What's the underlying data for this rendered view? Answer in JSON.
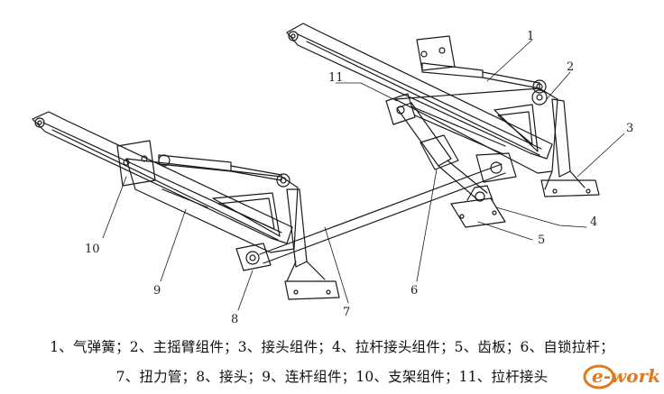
{
  "figure": {
    "callouts": [
      {
        "id": "c1",
        "text": "1"
      },
      {
        "id": "c2",
        "text": "2"
      },
      {
        "id": "c3",
        "text": "3"
      },
      {
        "id": "c4",
        "text": "4"
      },
      {
        "id": "c5",
        "text": "5"
      },
      {
        "id": "c6",
        "text": "6"
      },
      {
        "id": "c7",
        "text": "7"
      },
      {
        "id": "c8",
        "text": "8"
      },
      {
        "id": "c9",
        "text": "9"
      },
      {
        "id": "c10",
        "text": "10"
      },
      {
        "id": "c11",
        "text": "11"
      }
    ],
    "caption_line1": "1、气弹簧；2、主摇臂组件；3、接头组件；4、拉杆接头组件；5、齿板；6、自锁拉杆；",
    "caption_line2": "7、扭力管；8、接头；9、连杆组件；10、支架组件；11、拉杆接头",
    "watermark": "e-works",
    "colors": {
      "line": "#1a1a1a",
      "accent": "#e07a1f"
    }
  }
}
